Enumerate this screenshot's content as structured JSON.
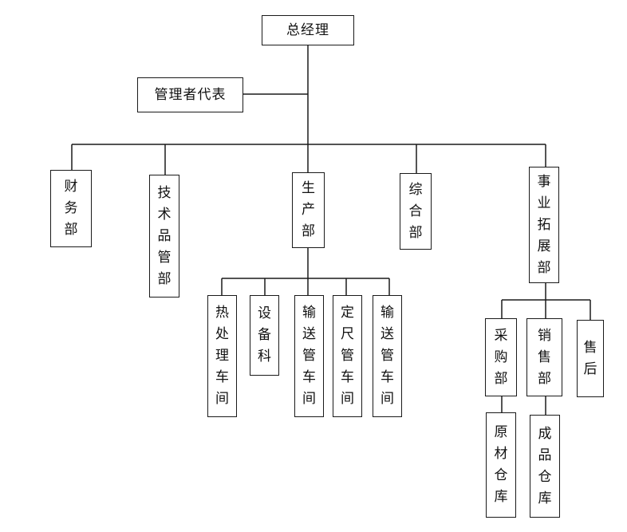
{
  "nodes": [
    {
      "id": "gm",
      "text": "总经理"
    },
    {
      "id": "rep",
      "text": "管理者代表"
    },
    {
      "id": "finance",
      "text": "财\n务\n部"
    },
    {
      "id": "tech",
      "text": "技\n术\n品\n管\n部"
    },
    {
      "id": "production",
      "text": "生\n产\n部"
    },
    {
      "id": "general",
      "text": "综\n合\n部"
    },
    {
      "id": "business",
      "text": "事\n业\n拓\n展\n部"
    },
    {
      "id": "heat",
      "text": "热\n处\n理\n车\n间"
    },
    {
      "id": "equipment",
      "text": "设\n备\n科"
    },
    {
      "id": "convey1",
      "text": "输\n送\n管\n车\n间"
    },
    {
      "id": "fixed",
      "text": "定\n尺\n管\n车\n间"
    },
    {
      "id": "convey2",
      "text": "输\n送\n管\n车\n间"
    },
    {
      "id": "purchase",
      "text": "采\n购\n部"
    },
    {
      "id": "sales",
      "text": "销\n售\n部"
    },
    {
      "id": "aftersales",
      "text": "售\n后"
    },
    {
      "id": "rawstore",
      "text": "原\n材\n仓\n库"
    },
    {
      "id": "prodstore",
      "text": "成\n品\n仓\n库"
    }
  ],
  "edges": [
    [
      "gm",
      "rep"
    ],
    [
      "gm",
      "finance"
    ],
    [
      "gm",
      "tech"
    ],
    [
      "gm",
      "production"
    ],
    [
      "gm",
      "general"
    ],
    [
      "gm",
      "business"
    ],
    [
      "production",
      "heat"
    ],
    [
      "production",
      "equipment"
    ],
    [
      "production",
      "convey1"
    ],
    [
      "production",
      "fixed"
    ],
    [
      "production",
      "convey2"
    ],
    [
      "business",
      "purchase"
    ],
    [
      "business",
      "sales"
    ],
    [
      "business",
      "aftersales"
    ],
    [
      "purchase",
      "rawstore"
    ],
    [
      "sales",
      "prodstore"
    ]
  ]
}
